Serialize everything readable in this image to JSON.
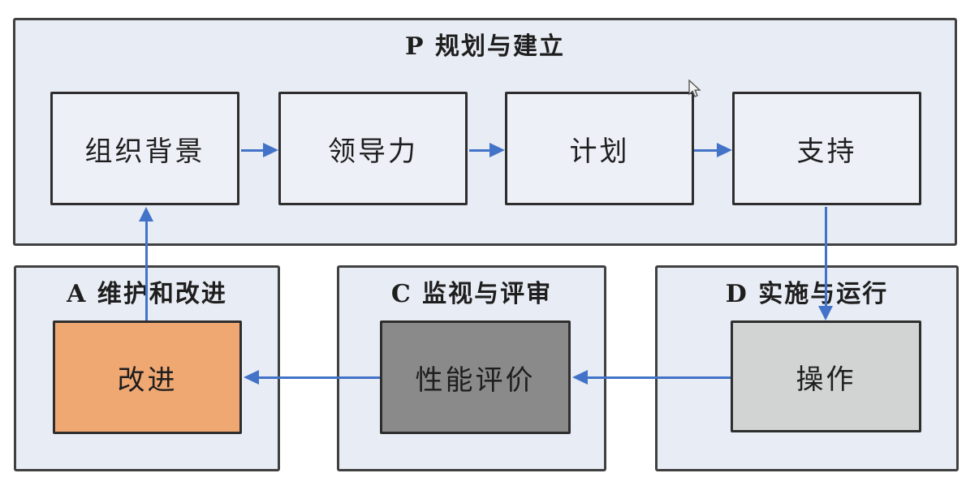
{
  "diagram": {
    "plan": {
      "title": "P 规划与建立",
      "nodes": [
        {
          "label": "组织背景"
        },
        {
          "label": "领导力"
        },
        {
          "label": "计划"
        },
        {
          "label": "支持"
        }
      ]
    },
    "do": {
      "title": "D 实施与运行",
      "node": {
        "label": "操作"
      }
    },
    "check": {
      "title": "C 监视与评审",
      "node": {
        "label": "性能评价"
      }
    },
    "act": {
      "title": "A 维护和改进",
      "node": {
        "label": "改进"
      }
    },
    "connections": [
      {
        "from": "组织背景",
        "to": "领导力"
      },
      {
        "from": "领导力",
        "to": "计划"
      },
      {
        "from": "计划",
        "to": "支持"
      },
      {
        "from": "支持",
        "to": "操作"
      },
      {
        "from": "操作",
        "to": "性能评价"
      },
      {
        "from": "性能评价",
        "to": "改进"
      },
      {
        "from": "改进",
        "to": "组织背景"
      }
    ]
  },
  "colors": {
    "background": "#ffffff",
    "container_fill": "#e8ecf4",
    "container_border": "#404040",
    "node_fill": "#edf0f7",
    "node_border": "#2e2e2e",
    "improvement_fill": "#f0a873",
    "performance_fill": "#8a8a8a",
    "operation_fill": "#d2d3d3",
    "arrow": "#4273c8",
    "text": "#1e1e1e"
  }
}
